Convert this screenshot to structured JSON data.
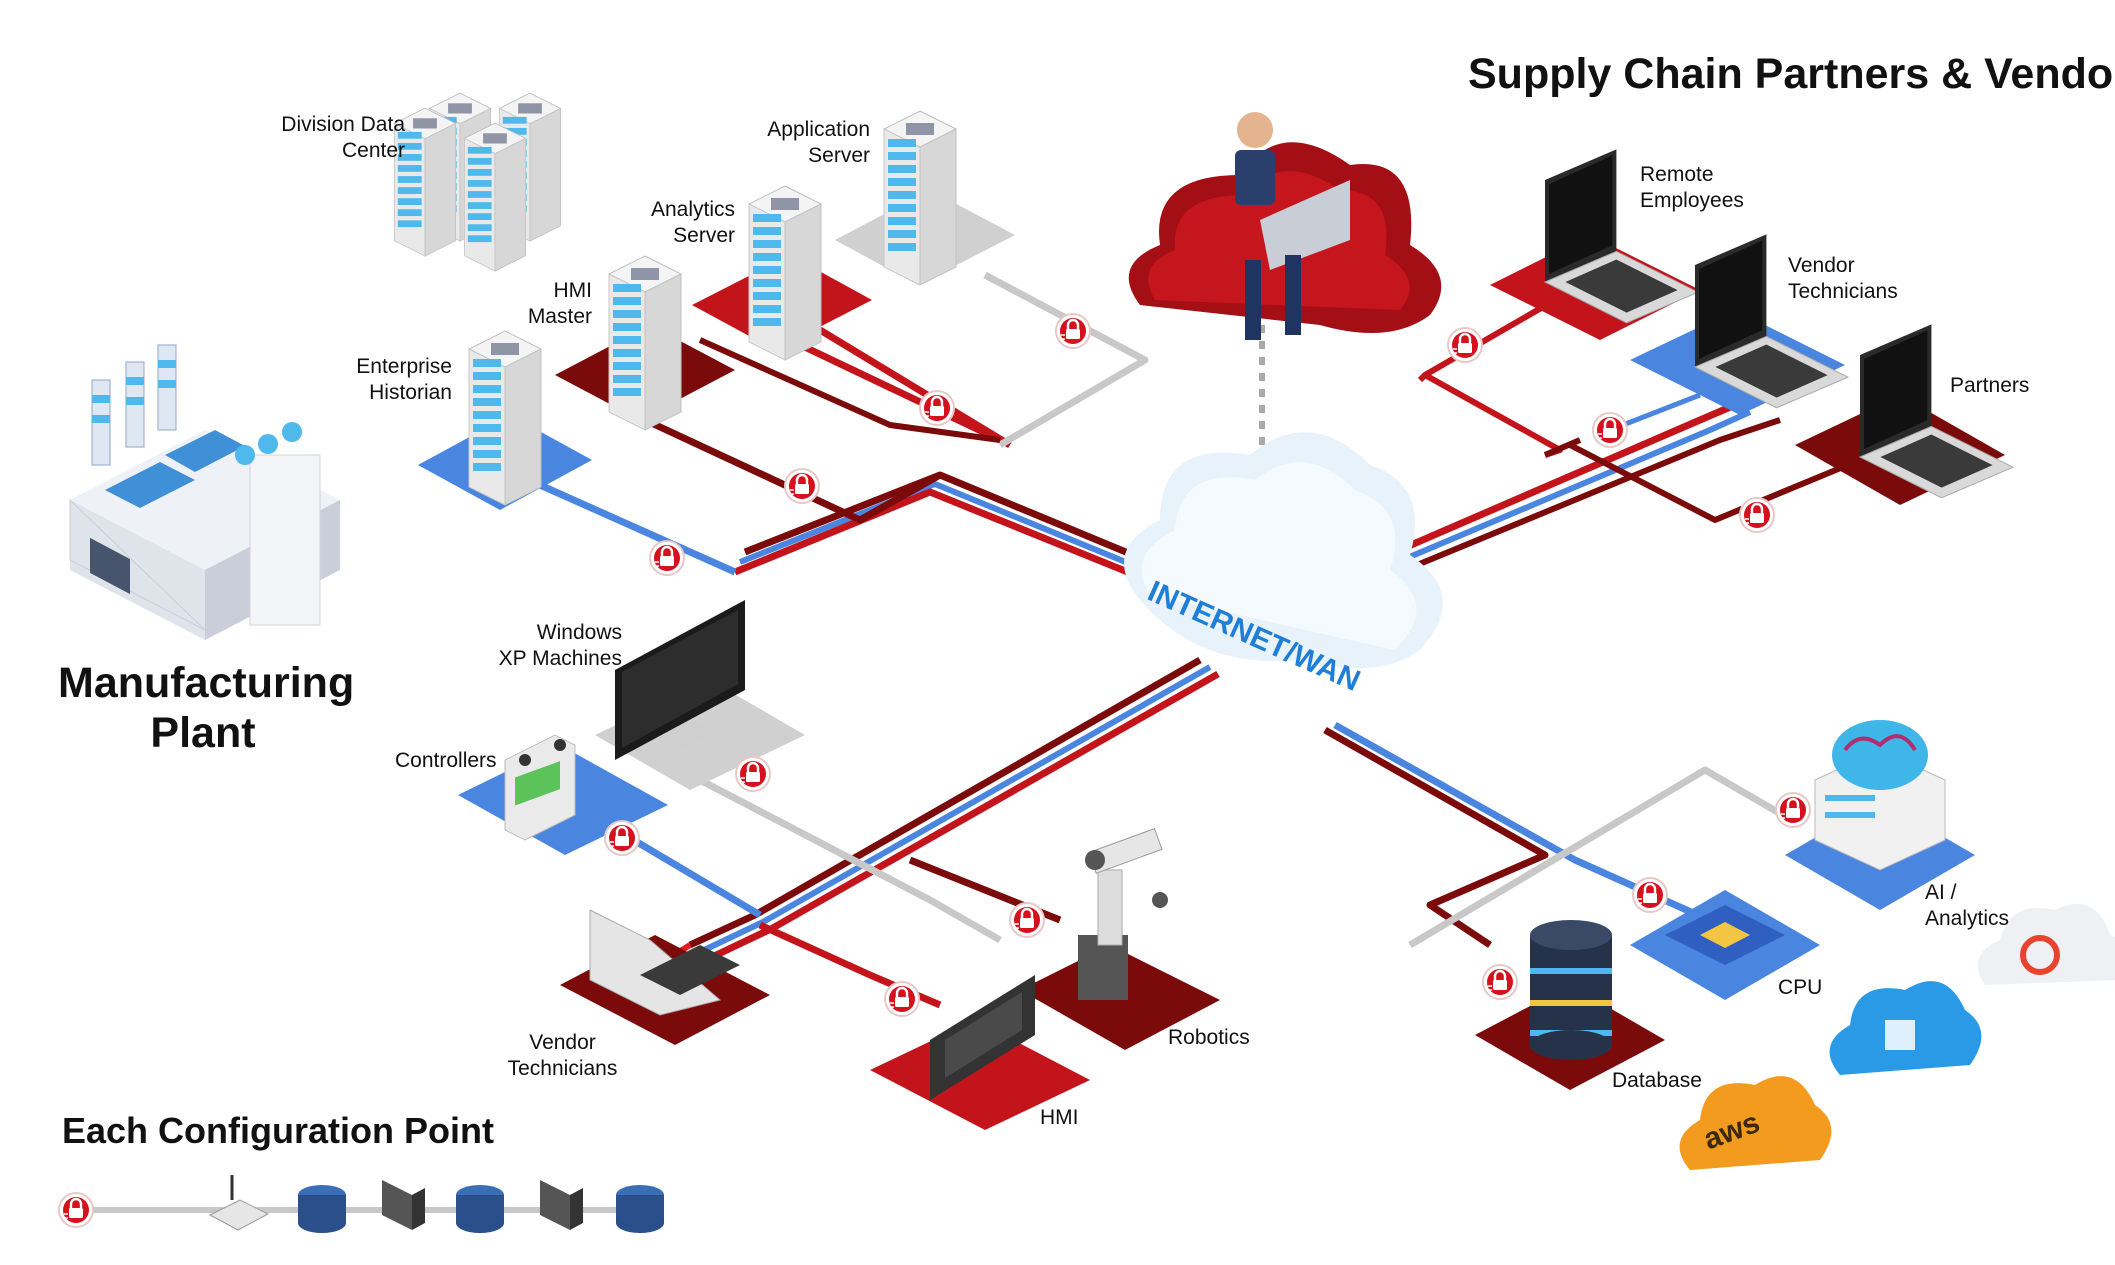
{
  "titles": {
    "manufacturing_plant": [
      "Manufacturing",
      "Plant"
    ],
    "supply_chain": "Supply Chain Partners & Vendors",
    "each_config_point": "Each Configuration Point"
  },
  "cloud_label": "INTERNET/WAN",
  "nodes": {
    "division_data_center": [
      "Division Data",
      "Center"
    ],
    "application_server": [
      "Application",
      "Server"
    ],
    "analytics_server": [
      "Analytics",
      "Server"
    ],
    "hmi_master": [
      "HMI",
      "Master"
    ],
    "enterprise_historian": [
      "Enterprise",
      "Historian"
    ],
    "windows_xp": [
      "Windows",
      "XP Machines"
    ],
    "controllers": "Controllers",
    "vendor_technicians_plant": [
      "Vendor",
      "Technicians"
    ],
    "hmi": "HMI",
    "robotics": "Robotics",
    "remote_employees": [
      "Remote",
      "Employees"
    ],
    "vendor_technicians_partner": [
      "Vendor",
      "Technicians"
    ],
    "partners": "Partners",
    "ai_analytics": [
      "AI /",
      "Analytics"
    ],
    "cpu": "CPU",
    "database": "Database"
  },
  "cloud_logos": {
    "aws": "aws"
  },
  "colors": {
    "dark_red": "#7b0a0a",
    "red": "#c4141b",
    "blue": "#4a86e0",
    "gray": "#c8c8c8",
    "lock": "#d6111e"
  }
}
